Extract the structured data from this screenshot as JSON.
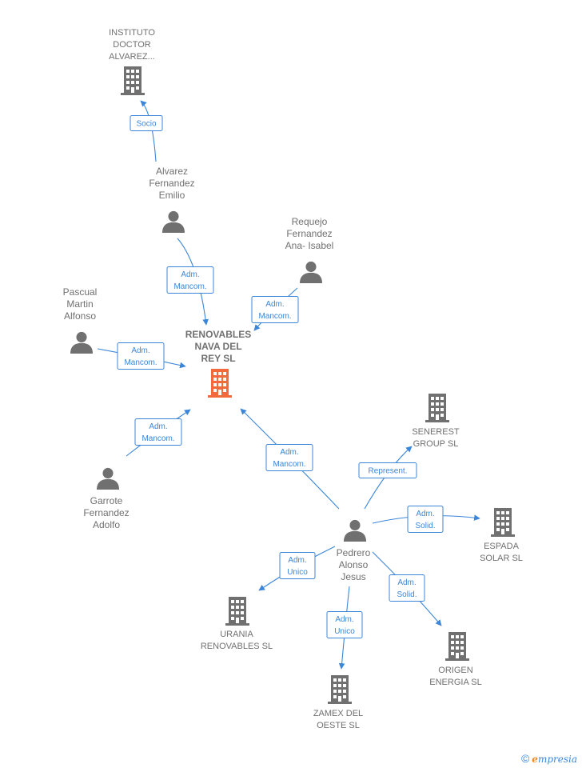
{
  "center": {
    "label_lines": [
      "RENOVABLES",
      "NAVA DEL",
      "REY  SL"
    ],
    "icon": "building-icon",
    "color": "#f26a3b"
  },
  "persons": [
    {
      "id": "alvarez",
      "label_lines": [
        "Alvarez",
        "Fernandez",
        "Emilio"
      ],
      "icon": "person-icon"
    },
    {
      "id": "requejo",
      "label_lines": [
        "Requejo",
        "Fernandez",
        "Ana- Isabel"
      ],
      "icon": "person-icon"
    },
    {
      "id": "pascual",
      "label_lines": [
        "Pascual",
        "Martin",
        "Alfonso"
      ],
      "icon": "person-icon"
    },
    {
      "id": "garrote",
      "label_lines": [
        "Garrote",
        "Fernandez",
        "Adolfo"
      ],
      "icon": "person-icon"
    },
    {
      "id": "pedrero",
      "label_lines": [
        "Pedrero",
        "Alonso",
        "Jesus"
      ],
      "icon": "person-icon"
    }
  ],
  "companies": [
    {
      "id": "instituto",
      "label_lines": [
        "INSTITUTO",
        "DOCTOR",
        "ALVAREZ..."
      ],
      "icon": "building-icon"
    },
    {
      "id": "senerest",
      "label_lines": [
        "SENEREST",
        "GROUP SL"
      ],
      "icon": "building-icon"
    },
    {
      "id": "espada",
      "label_lines": [
        "ESPADA",
        "SOLAR SL"
      ],
      "icon": "building-icon"
    },
    {
      "id": "origen",
      "label_lines": [
        "ORIGEN",
        "ENERGIA SL"
      ],
      "icon": "building-icon"
    },
    {
      "id": "zamex",
      "label_lines": [
        "ZAMEX DEL",
        "OESTE  SL"
      ],
      "icon": "building-icon"
    },
    {
      "id": "urania",
      "label_lines": [
        "URANIA",
        "RENOVABLES SL"
      ],
      "icon": "building-icon"
    }
  ],
  "edges": [
    {
      "from": "alvarez",
      "to": "instituto",
      "label_lines": [
        "Socio"
      ]
    },
    {
      "from": "alvarez",
      "to": "center",
      "label_lines": [
        "Adm.",
        "Mancom."
      ]
    },
    {
      "from": "requejo",
      "to": "center",
      "label_lines": [
        "Adm.",
        "Mancom."
      ]
    },
    {
      "from": "pascual",
      "to": "center",
      "label_lines": [
        "Adm.",
        "Mancom."
      ]
    },
    {
      "from": "garrote",
      "to": "center",
      "label_lines": [
        "Adm.",
        "Mancom."
      ]
    },
    {
      "from": "pedrero",
      "to": "center",
      "label_lines": [
        "Adm.",
        "Mancom."
      ]
    },
    {
      "from": "pedrero",
      "to": "senerest",
      "label_lines": [
        "Represent."
      ]
    },
    {
      "from": "pedrero",
      "to": "espada",
      "label_lines": [
        "Adm.",
        "Solid."
      ]
    },
    {
      "from": "pedrero",
      "to": "origen",
      "label_lines": [
        "Adm.",
        "Solid."
      ]
    },
    {
      "from": "pedrero",
      "to": "zamex",
      "label_lines": [
        "Adm.",
        "Unico"
      ]
    },
    {
      "from": "pedrero",
      "to": "urania",
      "label_lines": [
        "Adm.",
        "Unico"
      ]
    }
  ],
  "colors": {
    "edge": "#3c86d9",
    "icon": "#707070",
    "center": "#f26a3b"
  },
  "footer": {
    "copyright": "©",
    "brand_first": "e",
    "brand_rest": "mpresia"
  }
}
